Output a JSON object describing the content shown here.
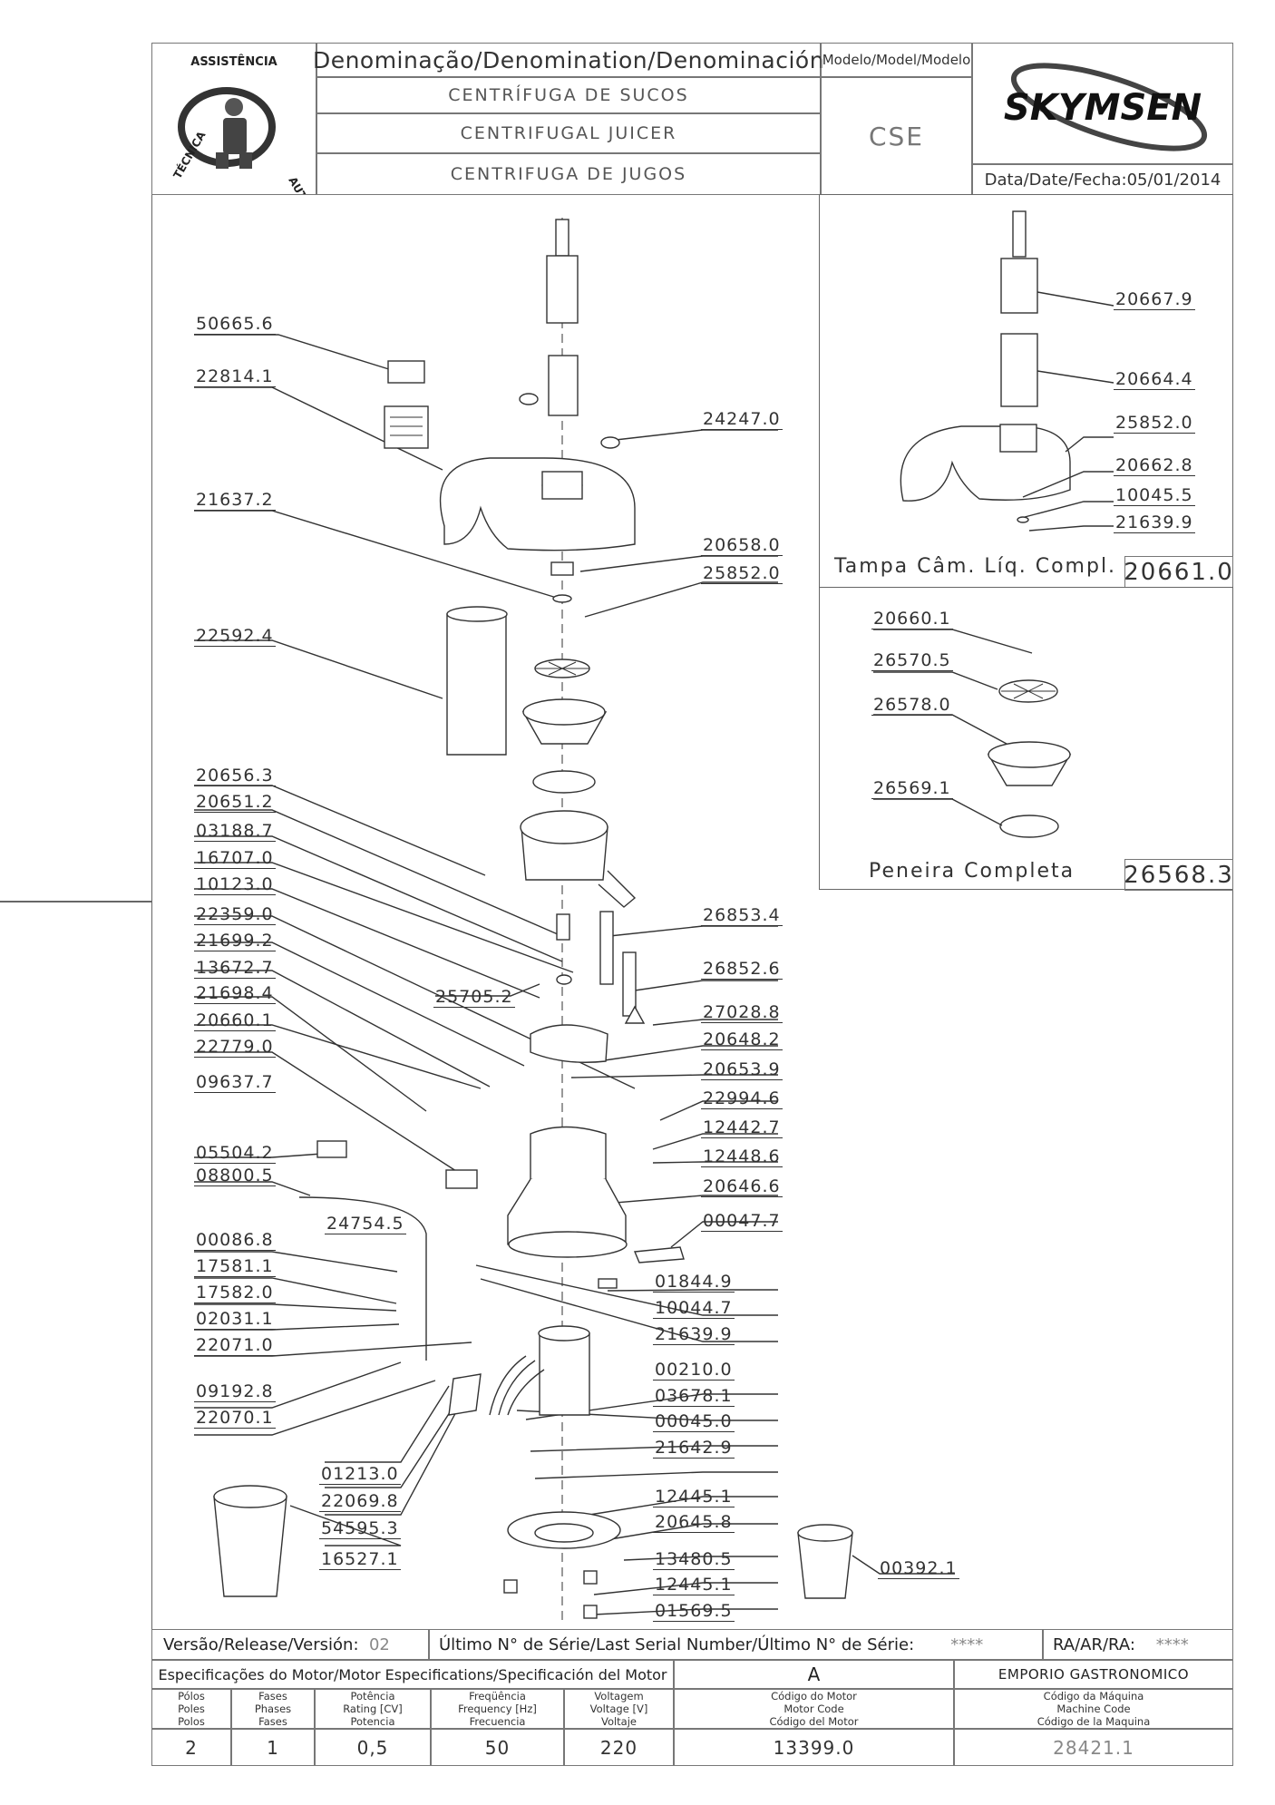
{
  "header": {
    "denomination_title": "Denominação/Denomination/Denominación",
    "names": [
      "CENTRÍFUGA DE SUCOS",
      "CENTRIFUGAL JUICER",
      "CENTRIFUGA DE JUGOS"
    ],
    "model_label": "Modelo/Model/Modelo",
    "model_value": "CSE",
    "brand": "SKYMSEN",
    "date_label": "Data/Date/Fecha:",
    "date_value": "05/01/2014",
    "seal_text": "ASSISTÊNCIA TÉCNICA AUTORIZADA"
  },
  "parts_main_left": [
    "50665.6",
    "22814.1",
    "21637.2",
    "22592.4",
    "20656.3",
    "20651.2",
    "03188.7",
    "16707.0",
    "10123.0",
    "22359.0",
    "21699.2",
    "13672.7",
    "21698.4",
    "20660.1",
    "22779.0",
    "09637.7",
    "05504.2",
    "08800.5",
    "00086.8",
    "17581.1",
    "17582.0",
    "02031.1",
    "22071.0",
    "09192.8",
    "22070.1"
  ],
  "parts_main_right": [
    "24247.0",
    "20658.0",
    "25852.0",
    "26853.4",
    "26852.6",
    "27028.8",
    "20648.2",
    "20653.9",
    "22994.6",
    "12442.7",
    "12448.6",
    "20646.6",
    "00047.7",
    "01844.9",
    "10044.7",
    "21639.9",
    "00210.0",
    "03678.1",
    "00045.0",
    "21642.9",
    "12445.1",
    "20645.8",
    "13480.5",
    "12445.1",
    "01569.5"
  ],
  "parts_misc": {
    "p25705": "25705.2",
    "p24754": "24754.5",
    "p01213": "01213.0",
    "p22069": "22069.8",
    "p54595": "54595.3",
    "p16527": "16527.1",
    "p00392": "00392.1"
  },
  "inset_lid": {
    "parts": [
      "20667.9",
      "20664.4",
      "25852.0",
      "20662.8",
      "10045.5",
      "21639.9"
    ],
    "title": "Tampa Câm. Líq. Compl.",
    "code": "20661.0"
  },
  "inset_sieve": {
    "parts": [
      "20660.1",
      "26570.5",
      "26578.0",
      "26569.1"
    ],
    "title": "Peneira Completa",
    "code": "26568.3"
  },
  "footer": {
    "version_label": "Versão/Release/Versión:",
    "version_value": "02",
    "serial_label": "Último N° de Série/Last Serial Number/Último N° de Série:",
    "serial_value": "****",
    "ra_label": "RA/AR/RA:",
    "ra_value": "****",
    "motor_spec_label": "Especificações do Motor/Motor Especifications/Specificación del Motor",
    "motor_class": "A",
    "client": "EMPORIO GASTRONOMICO",
    "col_poles": [
      "Pólos",
      "Poles",
      "Polos"
    ],
    "col_phases": [
      "Fases",
      "Phases",
      "Fases"
    ],
    "col_power": [
      "Potência",
      "Rating [CV]",
      "Potencia"
    ],
    "col_freq": [
      "Freqüência",
      "Frequency [Hz]",
      "Frecuencia"
    ],
    "col_voltage": [
      "Voltagem",
      "Voltage [V]",
      "Voltaje"
    ],
    "col_motor_code": [
      "Código do Motor",
      "Motor Code",
      "Código del Motor"
    ],
    "col_machine_code": [
      "Código da Máquina",
      "Machine Code",
      "Código de la Maquina"
    ],
    "poles": "2",
    "phases": "1",
    "power": "0,5",
    "frequency": "50",
    "voltage": "220",
    "motor_code": "13399.0",
    "machine_code": "28421.1"
  }
}
